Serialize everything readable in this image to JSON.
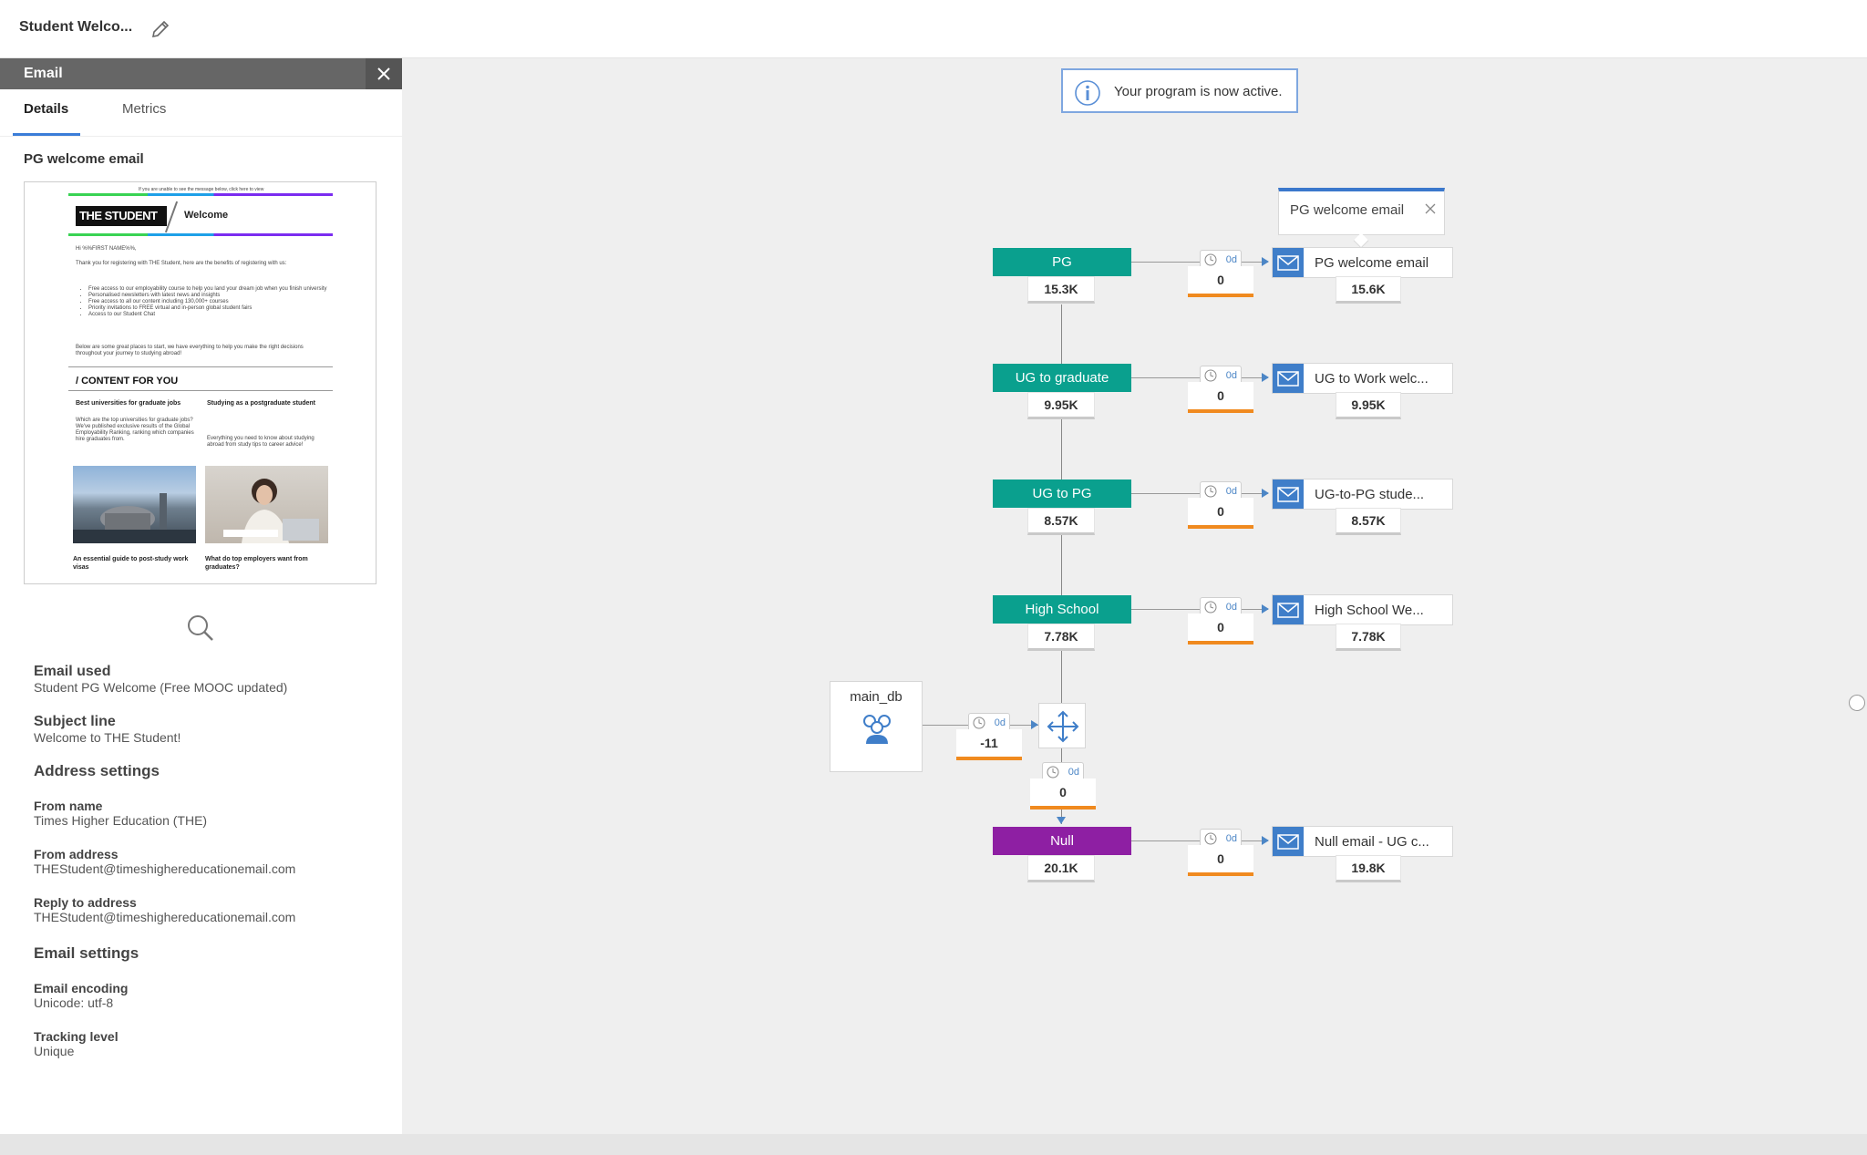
{
  "header": {
    "title": "Student Welco..."
  },
  "panel": {
    "title": "Email",
    "tabs": [
      "Details",
      "Metrics"
    ],
    "email_name": "PG welcome email",
    "preview": {
      "top_note": "If you are unable to see the message below, click here to view",
      "logo": "THE STUDENT",
      "welcome": "Welcome",
      "greeting": "Hi %%FIRST NAME%%,",
      "intro": "Thank you for registering with THE Student, here are the benefits of registering with us:",
      "bullets": [
        "Free access to our employability course to help you land your dream job when you finish university",
        "Personalised newsletters with latest news and insights",
        "Free access to all our content including 130,000+ courses",
        "Priority invitations to FREE virtual and in-person global student fairs",
        "Access to our Student Chat"
      ],
      "outro": "Below are some great places to start, we have everything to help you make the right decisions throughout your journey to studying abroad!",
      "content_heading": "/ CONTENT FOR YOU",
      "col1_title": "Best universities for graduate jobs",
      "col1_body": "Which are the top universities for graduate jobs? We've published exclusive results of the Global Employability Ranking, ranking which companies hire graduates from.",
      "col2_title": "Studying as a postgraduate student",
      "col2_body": "Everything you need to know about studying abroad from study tips to career advice!",
      "col1_foot": "An essential guide to post-study work visas",
      "col2_foot": "What do top employers want from graduates?"
    },
    "email_used_label": "Email used",
    "email_used_value": "Student PG Welcome (Free MOOC updated)",
    "subject_label": "Subject line",
    "subject_value": "Welcome to THE Student!",
    "address_settings": "Address settings",
    "from_name_label": "From name",
    "from_name_value": "Times Higher Education (THE)",
    "from_address_label": "From address",
    "from_address_value": "THEStudent@timeshighereducationemail.com",
    "reply_label": "Reply to address",
    "reply_value": "THEStudent@timeshighereducationemail.com",
    "email_settings": "Email settings",
    "encoding_label": "Email encoding",
    "encoding_value": "Unicode: utf-8",
    "tracking_label": "Tracking level",
    "tracking_value": "Unique"
  },
  "canvas": {
    "notice": "Your program is now active.",
    "tooltip": "PG welcome email",
    "source": {
      "label": "main_db",
      "wait": "0d",
      "count": "-11"
    },
    "split_wait": "0d",
    "split_count": "0",
    "rows": [
      {
        "segment": "PG",
        "segment_count": "15.3K",
        "wait": "0d",
        "wait_count": "0",
        "email": "PG welcome email",
        "email_count": "15.6K"
      },
      {
        "segment": "UG to graduate",
        "segment_count": "9.95K",
        "wait": "0d",
        "wait_count": "0",
        "email": "UG to Work welc...",
        "email_count": "9.95K"
      },
      {
        "segment": "UG to PG",
        "segment_count": "8.57K",
        "wait": "0d",
        "wait_count": "0",
        "email": "UG-to-PG stude...",
        "email_count": "8.57K"
      },
      {
        "segment": "High School",
        "segment_count": "7.78K",
        "wait": "0d",
        "wait_count": "0",
        "email": "High School We...",
        "email_count": "7.78K"
      },
      {
        "segment": "Null",
        "segment_count": "20.1K",
        "wait": "0d",
        "wait_count": "0",
        "email": "Null email - UG c...",
        "email_count": "19.8K"
      }
    ]
  },
  "colors": {
    "teal": "#0aa08e",
    "purple": "#8e1fa3",
    "accent": "#3f7ec9",
    "orange": "#f08a1f"
  }
}
